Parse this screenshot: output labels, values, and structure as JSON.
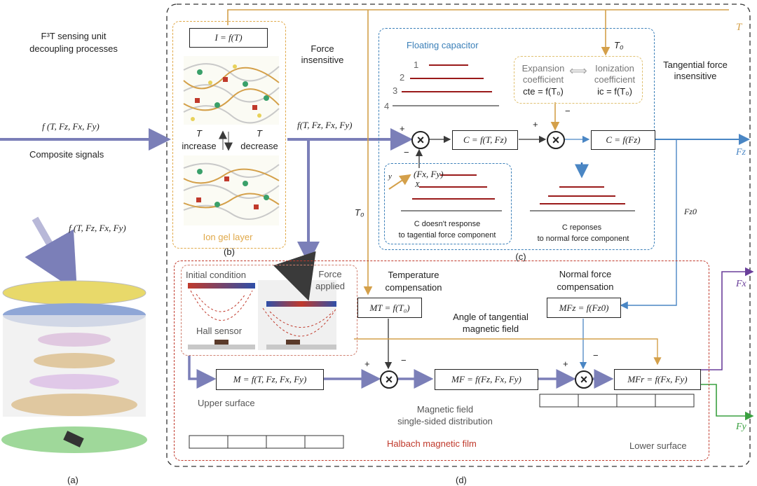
{
  "colors": {
    "temperature_line": "#d4a04a",
    "composite_signal": "#7b7fb8",
    "fz_line": "#4a86c4",
    "fx_line": "#6a3f9a",
    "fy_line": "#3aa040",
    "c_box_border": "#3a7fb8",
    "c_caption": "#3a7fb8",
    "d_box_border": "#c0392b",
    "d_caption": "#c0392b",
    "b_box_border": "#e0a848",
    "b_caption": "#e0a848"
  },
  "left": {
    "title_line1": "F³T sensing unit",
    "title_line2": "decoupling processes",
    "signal_expr": "f (T, Fz, Fx, Fy)",
    "signal_caption": "Composite signals",
    "stack_expr": "f (T, Fz, Fx, Fy)",
    "panel_label": "(a)"
  },
  "outer": {
    "T_label": "T",
    "Fz_out": "Fz",
    "Fx_out": "Fx",
    "Fy_out": "Fy",
    "panel_label": "(d)"
  },
  "panel_b": {
    "formula": "I = f(T)",
    "t_increase_1": "T",
    "t_increase_2": "increase",
    "t_decrease_1": "T",
    "t_decrease_2": "decrease",
    "caption": "Ion gel layer",
    "label": "(b)",
    "force_insensitive_1": "Force",
    "force_insensitive_2": "insensitive"
  },
  "signal_mid": "f(T, Fz, Fx, Fy)",
  "panel_c": {
    "title": "Floating capacitor",
    "T0": "T₀",
    "expansion_1": "Expansion",
    "expansion_2": "coefficient",
    "expansion_3": "cte = f(T₀)",
    "ionization_1": "Ionization",
    "ionization_2": "coefficient",
    "ionization_3": "ic = f(T₀)",
    "tangential_1": "Tangential force",
    "tangential_2": "insensitive",
    "levels": [
      "1",
      "2",
      "3",
      "4"
    ],
    "plus": "+",
    "minus": "−",
    "box1": "C = f(T, Fz)",
    "box2": "C = f(Fz)",
    "fxfy": "(Fx, Fy)",
    "axis_y": "y",
    "axis_x": "X",
    "caption_left_1": "C doesn't response",
    "caption_left_2": "to tagential force component",
    "caption_right_1": "C reponses",
    "caption_right_2": "to normal force component",
    "label": "(c)",
    "Fz0": "Fz0"
  },
  "panel_d": {
    "T0": "T₀",
    "initial": "Initial condition",
    "force_applied_1": "Force",
    "force_applied_2": "applied",
    "hall": "Hall sensor",
    "temp_comp_1": "Temperature",
    "temp_comp_2": "compensation",
    "normal_comp_1": "Normal force",
    "normal_comp_2": "compensation",
    "box_MT": "MT = f(T₀)",
    "box_MFz": "MFz = f(Fz0)",
    "angle_1": "Angle of tangential",
    "angle_2": "magnetic field",
    "box_M": "M = f(T, Fz, Fx, Fy)",
    "box_MF": "MF = f(Fz, Fx, Fy)",
    "box_MFr": "MFr = f(Fx, Fy)",
    "upper": "Upper surface",
    "mf_1": "Magnetic field",
    "mf_2": "single-sided distribution",
    "halbach": "Halbach magnetic film",
    "lower": "Lower surface"
  }
}
